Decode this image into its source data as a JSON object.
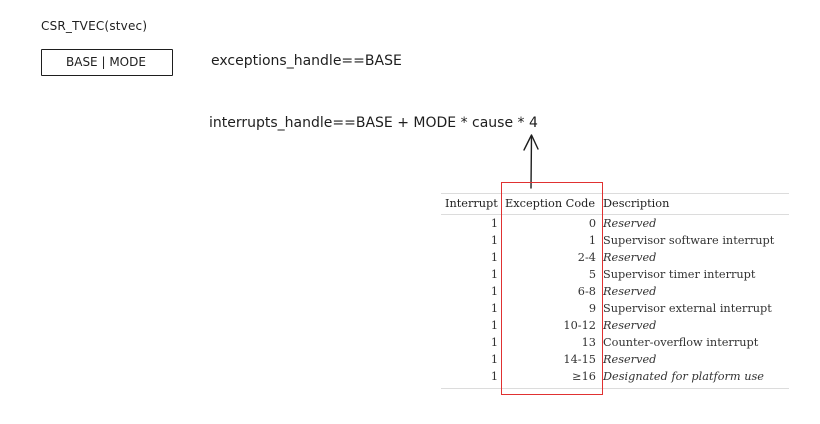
{
  "register": {
    "label": "CSR_TVEC(stvec)",
    "box_text": "BASE | MODE"
  },
  "formulas": {
    "exceptions": "exceptions_handle==BASE",
    "interrupts": "interrupts_handle==BASE + MODE * cause * 4"
  },
  "table": {
    "headers": [
      "Interrupt",
      "Exception Code",
      "Description"
    ],
    "rows": [
      {
        "interrupt": "1",
        "code": "0",
        "description": "Reserved",
        "reserved": true
      },
      {
        "interrupt": "1",
        "code": "1",
        "description": "Supervisor software interrupt",
        "reserved": false
      },
      {
        "interrupt": "1",
        "code": "2-4",
        "description": "Reserved",
        "reserved": true
      },
      {
        "interrupt": "1",
        "code": "5",
        "description": "Supervisor timer interrupt",
        "reserved": false
      },
      {
        "interrupt": "1",
        "code": "6-8",
        "description": "Reserved",
        "reserved": true
      },
      {
        "interrupt": "1",
        "code": "9",
        "description": "Supervisor external interrupt",
        "reserved": false
      },
      {
        "interrupt": "1",
        "code": "10-12",
        "description": "Reserved",
        "reserved": true
      },
      {
        "interrupt": "1",
        "code": "13",
        "description": "Counter-overflow interrupt",
        "reserved": false
      },
      {
        "interrupt": "1",
        "code": "14-15",
        "description": "Reserved",
        "reserved": true
      },
      {
        "interrupt": "1",
        "code": "≥16",
        "description": "Designated for platform use",
        "reserved": true
      }
    ]
  },
  "colors": {
    "ink": "#1e1e1e",
    "highlight": "#e03131",
    "rule": "#dcdcdc"
  }
}
